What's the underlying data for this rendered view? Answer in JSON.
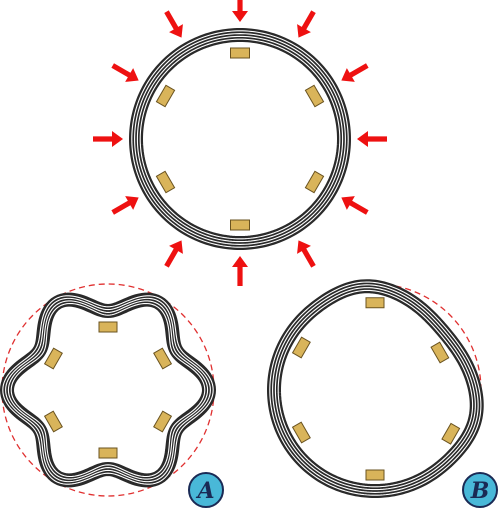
{
  "colors": {
    "background": "#ffffff",
    "ring_band": "#2a2a2a",
    "ring_gap": "#ffffff",
    "block_fill": "#d9b45a",
    "block_stroke": "#6a5320",
    "arrow": "#ee1111",
    "dashed_outline": "#e03030",
    "badge_fill": "#49b8d8",
    "badge_stroke": "#1a2a55",
    "badge_text": "#1a2a55"
  },
  "top_ring": {
    "arrow_count": 12,
    "block_count": 6
  },
  "panel_a": {
    "label": "A",
    "mode": "lobes",
    "lobe_count": 6,
    "block_count": 6
  },
  "panel_b": {
    "label": "B",
    "mode": "dent",
    "block_count": 6
  }
}
